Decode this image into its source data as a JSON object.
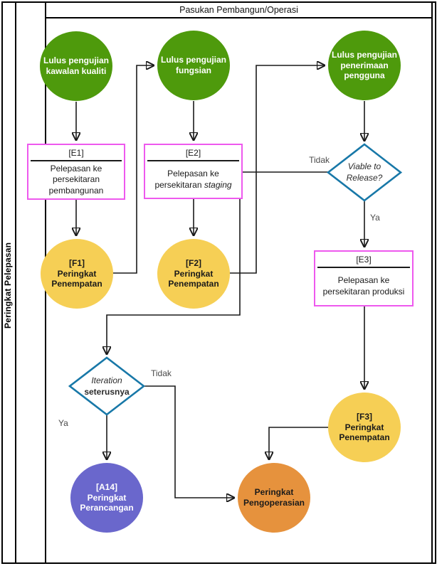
{
  "page": {
    "header_title": "Pasukan Pembangun/Operasi",
    "sidebar_label": "Peringkat Pelepasan"
  },
  "nodes": {
    "qc": {
      "label": "Lulus pengujian kawalan kualiti"
    },
    "functional": {
      "label": "Lulus pengujian fungsian"
    },
    "uat": {
      "label": "Lulus pengujian penerimaan pengguna"
    },
    "e1": {
      "id": "[E1]",
      "body": "Pelepasan ke persekitaran pembangunan"
    },
    "e2": {
      "id": "[E2]",
      "body_prefix": "Pelepasan ke persekitaran",
      "body_italic": "staging"
    },
    "e3": {
      "id": "[E3]",
      "body": "Pelepasan ke persekitaran produksi"
    },
    "f1": {
      "id": "[F1]",
      "label": "Peringkat Penempatan"
    },
    "f2": {
      "id": "[F2]",
      "label": "Peringkat Penempatan"
    },
    "f3": {
      "id": "[F3]",
      "label": "Peringkat Penempatan"
    },
    "viable": {
      "label": "Viable to Release?"
    },
    "iteration": {
      "label_italic": "Iteration",
      "label_rest": "seterusnya"
    },
    "a14": {
      "id": "[A14]",
      "label": "Peringkat Perancangan"
    },
    "operations": {
      "label": "Peringkat Pengoperasian"
    }
  },
  "edge_labels": {
    "viable_no": "Tidak",
    "viable_yes": "Ya",
    "iteration_no": "Tidak",
    "iteration_yes": "Ya"
  },
  "colors": {
    "test_node_green": "#4E9A0C",
    "deployment_node_yellow": "#F6CF55",
    "planning_node_purple": "#6A67CC",
    "operation_node_orange": "#E6923D",
    "release_box_border_pink": "#EE59EE",
    "decision_border_blue": "#1878A8",
    "connector_black": "#1a1a1a"
  }
}
